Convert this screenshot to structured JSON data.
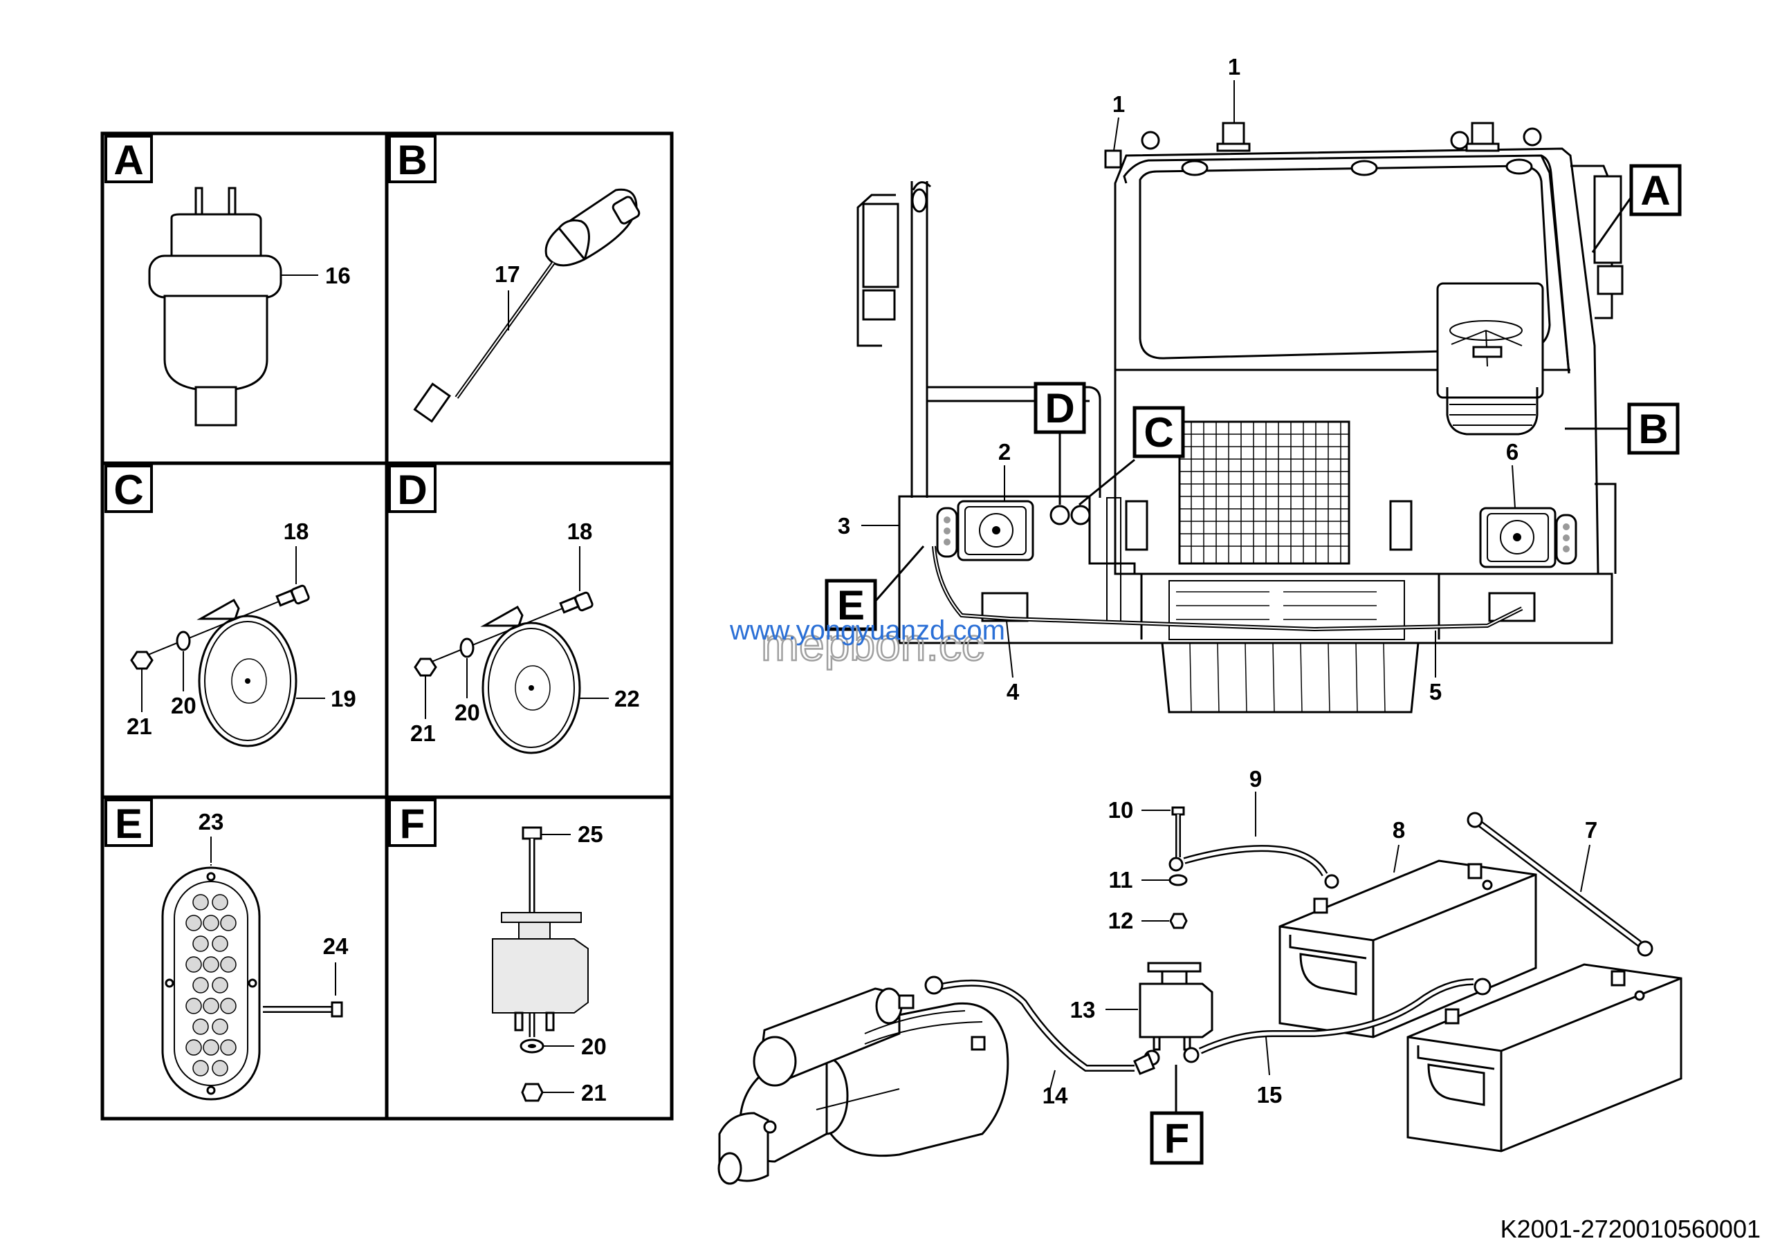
{
  "detail_panels": {
    "A": {
      "letter": "A",
      "parts": [
        "16"
      ]
    },
    "B": {
      "letter": "B",
      "parts": [
        "17"
      ]
    },
    "C": {
      "letter": "C",
      "parts": [
        "18",
        "19",
        "20",
        "21"
      ]
    },
    "D": {
      "letter": "D",
      "parts": [
        "18",
        "22",
        "20",
        "21"
      ]
    },
    "E": {
      "letter": "E",
      "parts": [
        "23",
        "24"
      ]
    },
    "F": {
      "letter": "F",
      "parts": [
        "25",
        "20",
        "21"
      ]
    }
  },
  "callout_letters": {
    "A": "A",
    "B": "B",
    "C": "C",
    "D": "D",
    "E": "E",
    "F": "F"
  },
  "part_numbers": {
    "p1": "1",
    "p2": "2",
    "p3": "3",
    "p4": "4",
    "p5": "5",
    "p6": "6",
    "p7": "7",
    "p8": "8",
    "p9": "9",
    "p10": "10",
    "p11": "11",
    "p12": "12",
    "p13": "13",
    "p14": "14",
    "p15": "15",
    "p16": "16",
    "p17": "17",
    "p18": "18",
    "p19": "19",
    "p20": "20",
    "p21": "21",
    "p22": "22",
    "p23": "23",
    "p24": "24",
    "p25": "25"
  },
  "watermark": {
    "url": "www.yongyuanzd.com",
    "brand": "mepbon.cc"
  },
  "diagram_code": "K2001-2720010560001"
}
